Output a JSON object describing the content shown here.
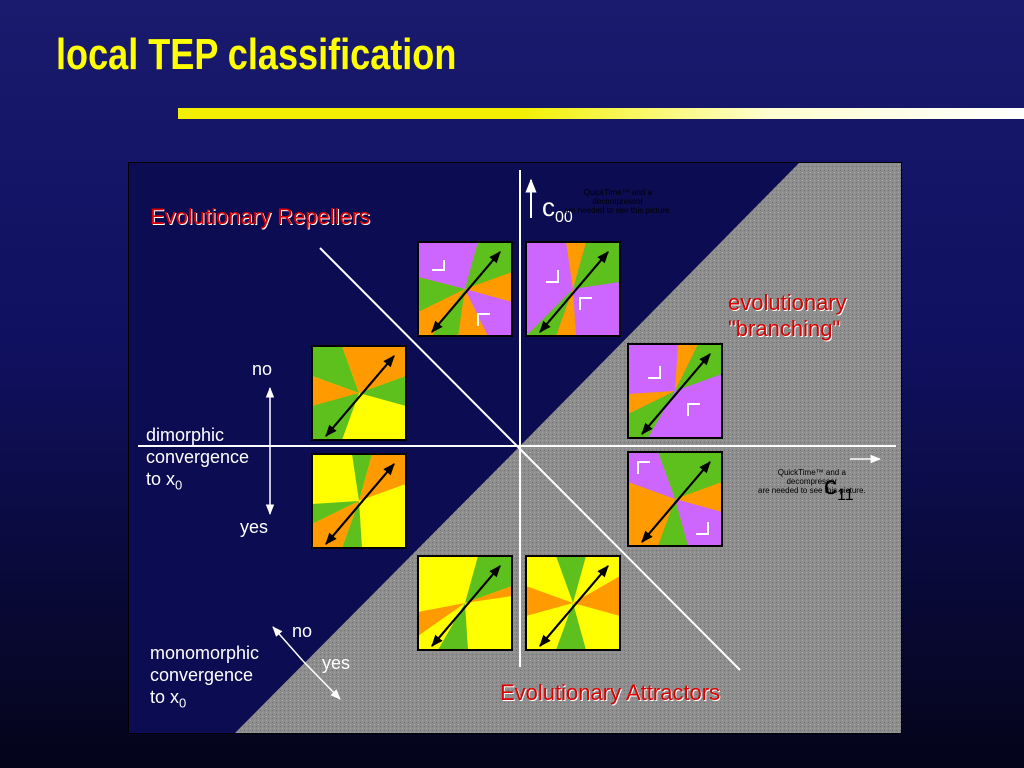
{
  "slide": {
    "title": "local TEP classification"
  },
  "diagram": {
    "region_labels": {
      "repellers": "Evolutionary Repellers",
      "attractors": "Evolutionary Attractors",
      "branching_line1": "evolutionary",
      "branching_line2": "\"branching\""
    },
    "axes": {
      "vertical_main": "c",
      "vertical_sub": "00",
      "horizontal_main": "c",
      "horizontal_sub": "11"
    },
    "dimorphic": {
      "label_line1": "dimorphic",
      "label_line2": "convergence",
      "label_line3_main": "to x",
      "label_line3_sub": "0",
      "no": "no",
      "yes": "yes"
    },
    "monomorphic": {
      "label_line1": "monomorphic",
      "label_line2": "convergence",
      "label_line3_main": "to x",
      "label_line3_sub": "0",
      "no": "no",
      "yes": "yes"
    },
    "placeholder_text": {
      "line1": "QuickTime™ and a",
      "line2": "decompressor",
      "line3": "are needed to see this picture."
    },
    "colors": {
      "orange": "#ff9a00",
      "green": "#5ec01c",
      "violet": "#cc66ff",
      "yellow": "#ffff00",
      "region_gray": "#8c8c8c",
      "region_navy": "#0c0c52",
      "label_red": "#dd0000"
    }
  }
}
